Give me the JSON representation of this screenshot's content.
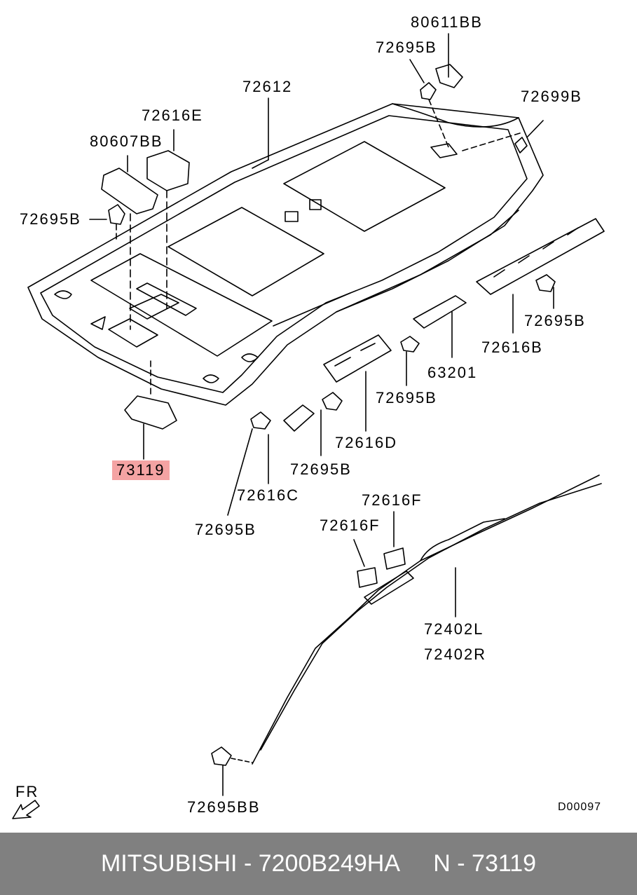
{
  "diagram": {
    "labels": [
      "80611BB",
      "72695B",
      "72612",
      "72699B",
      "72616E",
      "80607BB",
      "72695B",
      "72695B",
      "72616B",
      "63201",
      "72695B",
      "72616D",
      "72695B",
      "72616C",
      "72695B",
      "73119",
      "72616F",
      "72616F",
      "72402L",
      "72402R",
      "72695BB"
    ],
    "highlighted_label": "73119",
    "front_marker": "FR",
    "diagram_code": "D00097"
  },
  "footer": {
    "brand": "MITSUBISHI",
    "separator": " - ",
    "part_number": "7200B249HA",
    "item_prefix": "N - ",
    "item_number": "73119"
  },
  "colors": {
    "highlight": "#f4a3a3",
    "footer_bg": "#808080",
    "footer_text": "#ffffff"
  }
}
